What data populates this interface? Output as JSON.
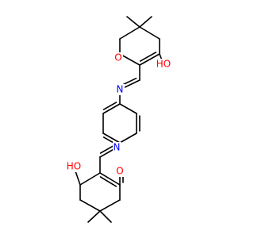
{
  "molecule": {
    "atom_labels": [
      {
        "id": "o-upper-ketone",
        "text": "O",
        "color": "#ff0000"
      },
      {
        "id": "oh-upper",
        "text": "HO",
        "color": "#ff0000"
      },
      {
        "id": "n-upper",
        "text": "N",
        "color": "#0000ff"
      },
      {
        "id": "n-lower",
        "text": "N",
        "color": "#0000ff"
      },
      {
        "id": "oh-lower",
        "text": "HO",
        "color": "#ff0000"
      },
      {
        "id": "o-lower-ketone",
        "text": "O",
        "color": "#ff0000"
      }
    ],
    "colors": {
      "bond": "#000000",
      "oxygen": "#ff0000",
      "nitrogen": "#0000ff",
      "background": "#ffffff"
    }
  }
}
